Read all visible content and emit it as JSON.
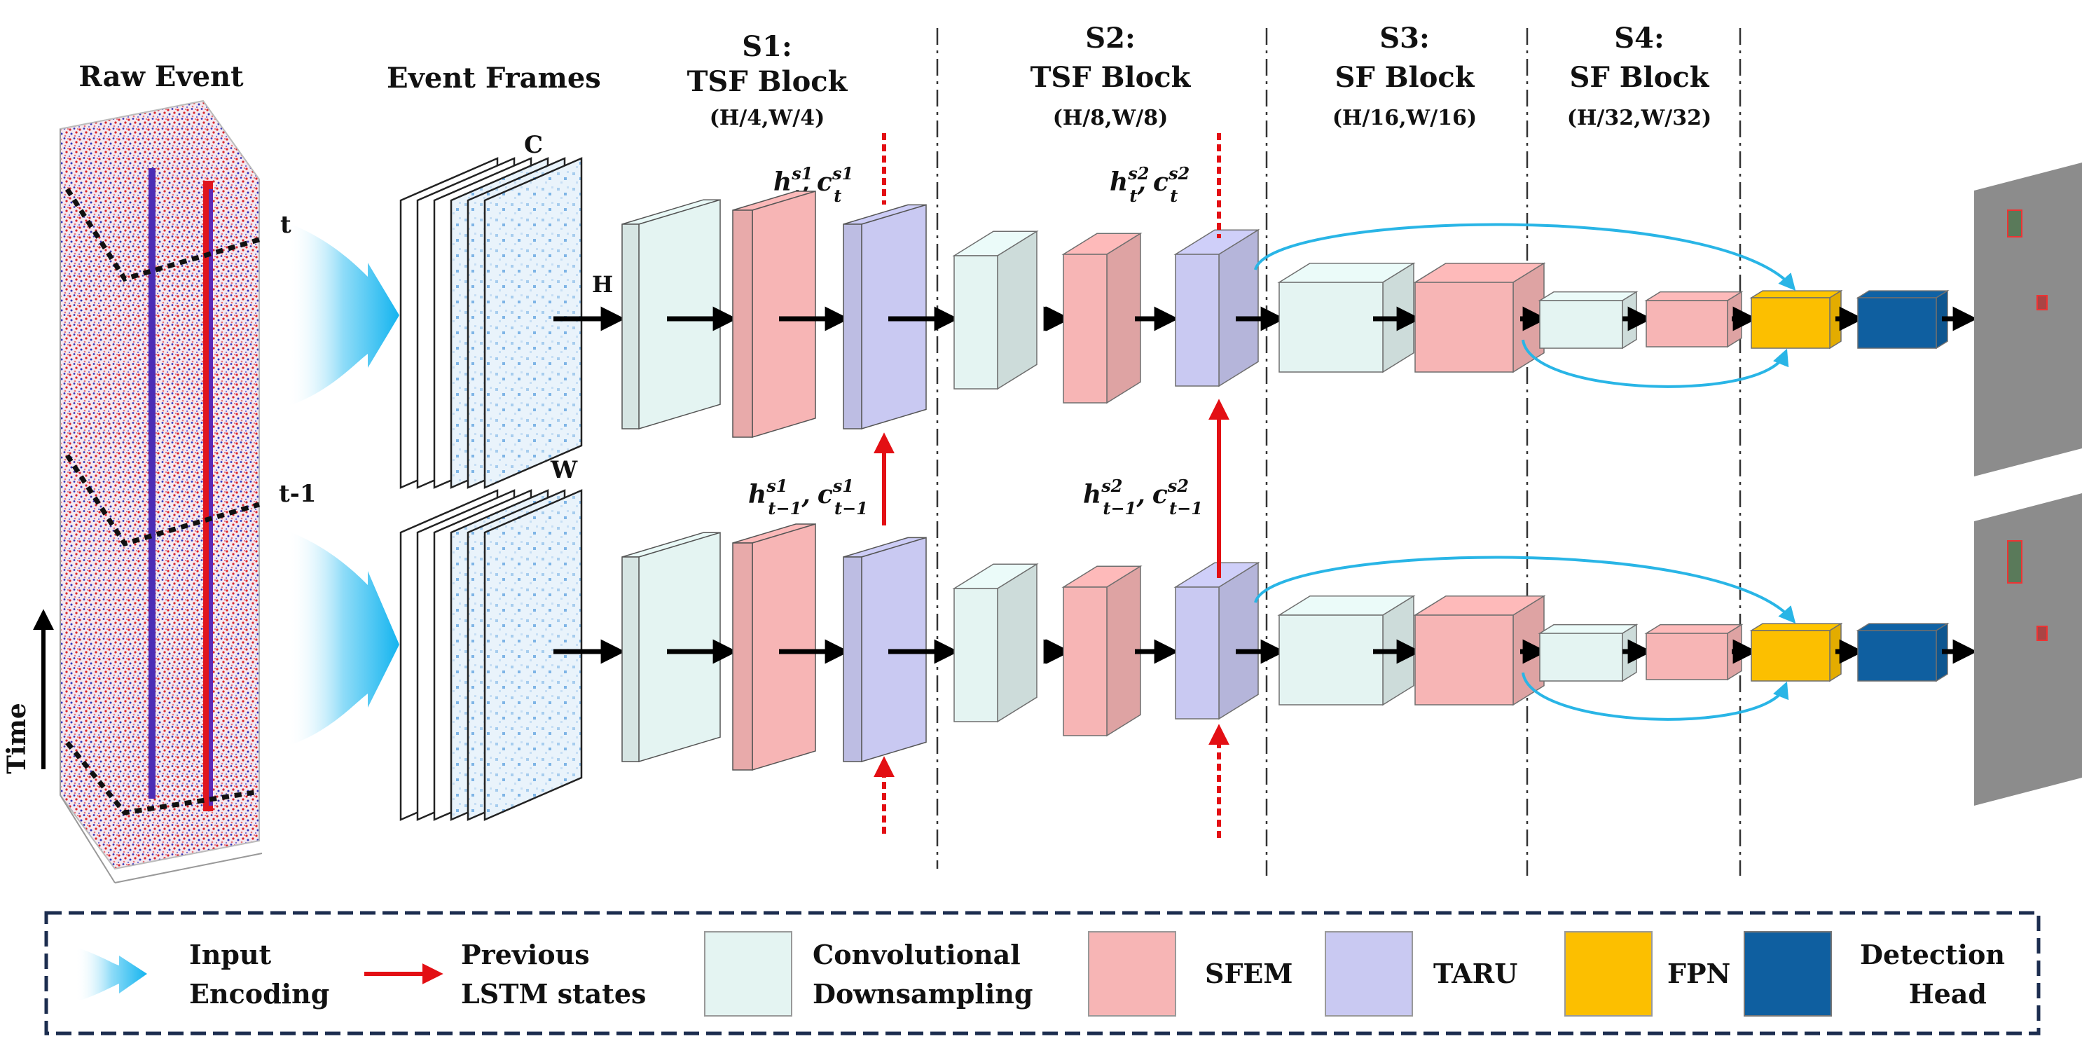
{
  "labels": {
    "raw_event": "Raw Event",
    "event_frames": "Event Frames",
    "axis_t": "t",
    "axis_t_minus_1": "t-1",
    "axis_c": "C",
    "axis_h": "H",
    "axis_w": "W",
    "time": "Time"
  },
  "stages": [
    {
      "id": "S1:",
      "name": "TSF Block",
      "size": "(H/4,W/4)"
    },
    {
      "id": "S2:",
      "name": "TSF Block",
      "size": "(H/8,W/8)"
    },
    {
      "id": "S3:",
      "name": "SF Block",
      "size": "(H/16,W/16)"
    },
    {
      "id": "S4:",
      "name": "SF Block",
      "size": "(H/32,W/32)"
    }
  ],
  "states": {
    "s1_t": {
      "h": "h",
      "c": "c",
      "sup": "s1",
      "sub": "t",
      "comma": ","
    },
    "s2_t": {
      "h": "h",
      "c": "c",
      "sup": "s2",
      "sub": "t",
      "comma": ","
    },
    "s1_tm1": {
      "h": "h",
      "c": "c",
      "sup": "s1",
      "sub": "t−1",
      "comma": ","
    },
    "s2_tm1": {
      "h": "h",
      "c": "c",
      "sup": "s2",
      "sub": "t−1",
      "comma": ","
    }
  },
  "legend": {
    "input_encoding": [
      "Input",
      "Encoding"
    ],
    "previous_lstm": [
      "Previous",
      "LSTM states"
    ],
    "conv": [
      "Convolutional",
      "Downsampling"
    ],
    "sfem": "SFEM",
    "taru": "TARU",
    "fpn": "FPN",
    "detection": [
      "Detection",
      "Head"
    ]
  },
  "colors": {
    "conv": "#e4f4f2",
    "sfem": "#f7b5b5",
    "taru": "#c9c9f2",
    "fpn": "#fcbf00",
    "detection": "#0f5fa0",
    "lstm_arrow": "#e30f14",
    "skip_arrow": "#29b5e6",
    "legend_border": "#1c2d4f"
  }
}
